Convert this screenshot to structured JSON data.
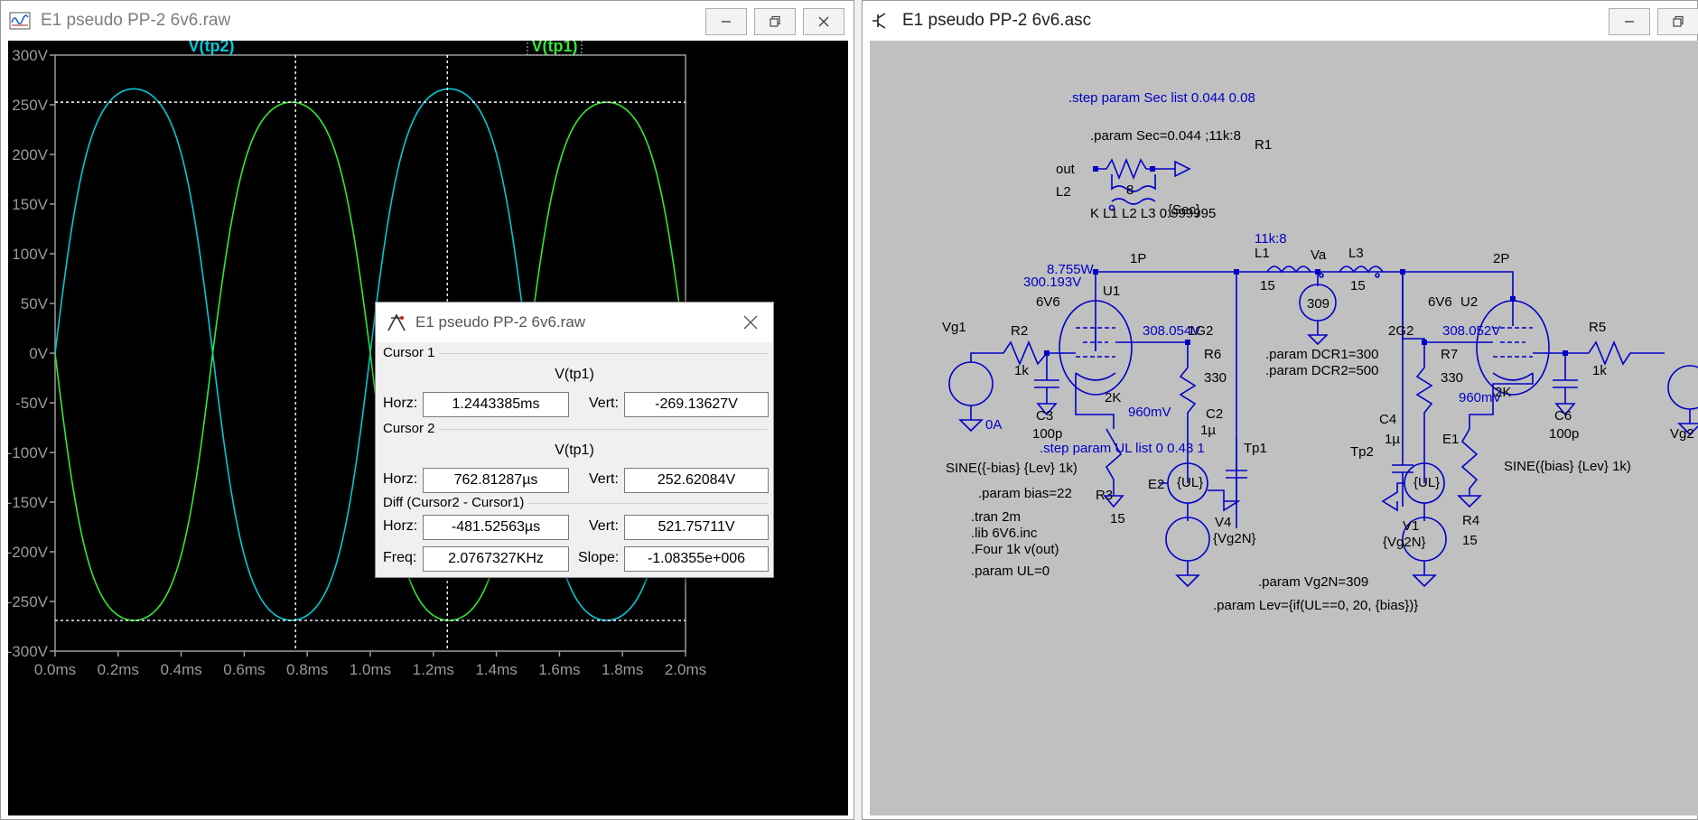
{
  "plot_window": {
    "title": "E1 pseudo PP-2 6v6.raw",
    "icon": "waveform-icon",
    "controls": [
      "minimize-icon",
      "maximize-icon",
      "close-icon"
    ]
  },
  "schematic_window": {
    "title": "E1 pseudo PP-2 6v6.asc",
    "icon": "schematic-icon",
    "controls": [
      "minimize-icon",
      "maximize-icon"
    ]
  },
  "chart_data": {
    "type": "line",
    "xlabel": "",
    "ylabel": "",
    "xlim": [
      0,
      2.0
    ],
    "ylim": [
      -300,
      300
    ],
    "x_unit": "ms",
    "y_unit": "V",
    "x_ticks": [
      "0.0ms",
      "0.2ms",
      "0.4ms",
      "0.6ms",
      "0.8ms",
      "1.0ms",
      "1.2ms",
      "1.4ms",
      "1.6ms",
      "1.8ms",
      "2.0ms"
    ],
    "y_ticks": [
      "300V",
      "250V",
      "200V",
      "150V",
      "100V",
      "50V",
      "0V",
      "-50V",
      "-100V",
      "-150V",
      "-200V",
      "-250V",
      "-300V"
    ],
    "grid": true,
    "series": [
      {
        "name": "V(tp2)",
        "color": "#00c8d8",
        "freq_khz": 1,
        "peak_pos_v": 266,
        "peak_neg_v": -269,
        "phase": "positive",
        "selected": false
      },
      {
        "name": "V(tp1)",
        "color": "#33e833",
        "freq_khz": 1,
        "peak_pos_v": 252.6,
        "peak_neg_v": -269.1,
        "phase": "negative",
        "selected": true
      }
    ],
    "cursors": [
      {
        "x_ms": 1.2443385,
        "y_v": -269.13627
      },
      {
        "x_ms": 0.76281287,
        "y_v": 252.62084
      }
    ]
  },
  "cursor_dialog": {
    "title": "E1 pseudo PP-2 6v6.raw",
    "cursor1": {
      "label": "Cursor 1",
      "trace": "V(tp1)",
      "horz_label": "Horz:",
      "horz": "1.2443385ms",
      "vert_label": "Vert:",
      "vert": "-269.13627V"
    },
    "cursor2": {
      "label": "Cursor 2",
      "trace": "V(tp1)",
      "horz_label": "Horz:",
      "horz": "762.81287µs",
      "vert_label": "Vert:",
      "vert": "252.62084V"
    },
    "diff": {
      "label": "Diff (Cursor2 - Cursor1)",
      "horz_label": "Horz:",
      "horz": "-481.52563µs",
      "vert_label": "Vert:",
      "vert": "521.75711V",
      "freq_label": "Freq:",
      "freq": "2.0767327KHz",
      "slope_label": "Slope:",
      "slope": "-1.08355e+006"
    }
  },
  "schematic": {
    "colors": {
      "bg": "#c0c0c0",
      "wire": "#0000c8",
      "text": "#000000",
      "directive": "#0000c8"
    },
    "texts": {
      "step_sec": ".step param Sec list 0.044 0.08",
      "param_sec": ".param Sec=0.044 ;11k:8",
      "r1": "R1",
      "out": "out",
      "r1_val": "8",
      "l2": "L2",
      "sec": "{Sec}",
      "ratio": "11k:8",
      "kcoup": "K L1 L2  L3 0.999995",
      "pw": "8.755W",
      "v300": "300.193V",
      "n1p": "1P",
      "l1": "L1",
      "va": "Va",
      "l3": "L3",
      "n2p": "2P",
      "l1_val": "15",
      "l3_val": "15",
      "va_val": "309",
      "t6v6_1": "6V6",
      "u1": "U1",
      "v308a": "308.054V",
      "g1g2": "1G2",
      "r6": "R6",
      "r6_val": "330",
      "vg1": "Vg1",
      "r2": "R2",
      "r2_val": "1k",
      "k2k1": "2K",
      "c3": "C3",
      "c3_val": "100p",
      "v960a": "960mV",
      "oa": "0A",
      "c2": "C2",
      "c2_val": "1µ",
      "tp1": "Tp1",
      "dcr1": ".param DCR1=300",
      "dcr2": ".param DCR2=500",
      "sine1": "SINE({-bias} {Lev} 1k)",
      "bias": ".param bias=22",
      "r3": "R3",
      "r3_val": "15",
      "e2": "E2",
      "ul1": "{UL}",
      "v4": "V4",
      "vg2n1": "{Vg2N}",
      "tran": ".tran 2m",
      "lib": ".lib 6V6.inc",
      "four": ".Four 1k v(out)",
      "step_ul": ".step param UL list 0 0.43 1",
      "param_ul": ".param UL=0",
      "t6v6_2": "6V6",
      "u2": "U2",
      "g2g2": "2G2",
      "v308b": "308.052V",
      "r7": "R7",
      "r7_val": "330",
      "k2k2": "2K",
      "v960b": "960mV",
      "r5": "R5",
      "r5_val": "1k",
      "c4": "C4",
      "c4_val": "1µ",
      "e1": "E1",
      "ul2": "{UL}",
      "tp2": "Tp2",
      "c6": "C6",
      "c6_val": "100p",
      "vg2": "Vg2",
      "r4": "R4",
      "r4_val": "15",
      "sine2": "SINE({bias} {Lev} 1k)",
      "v1": "V1",
      "vg2n2": "{Vg2N}",
      "vg2n_param": ".param Vg2N=309",
      "lev": ".param Lev={if(UL==0, 20, {bias})}"
    }
  }
}
